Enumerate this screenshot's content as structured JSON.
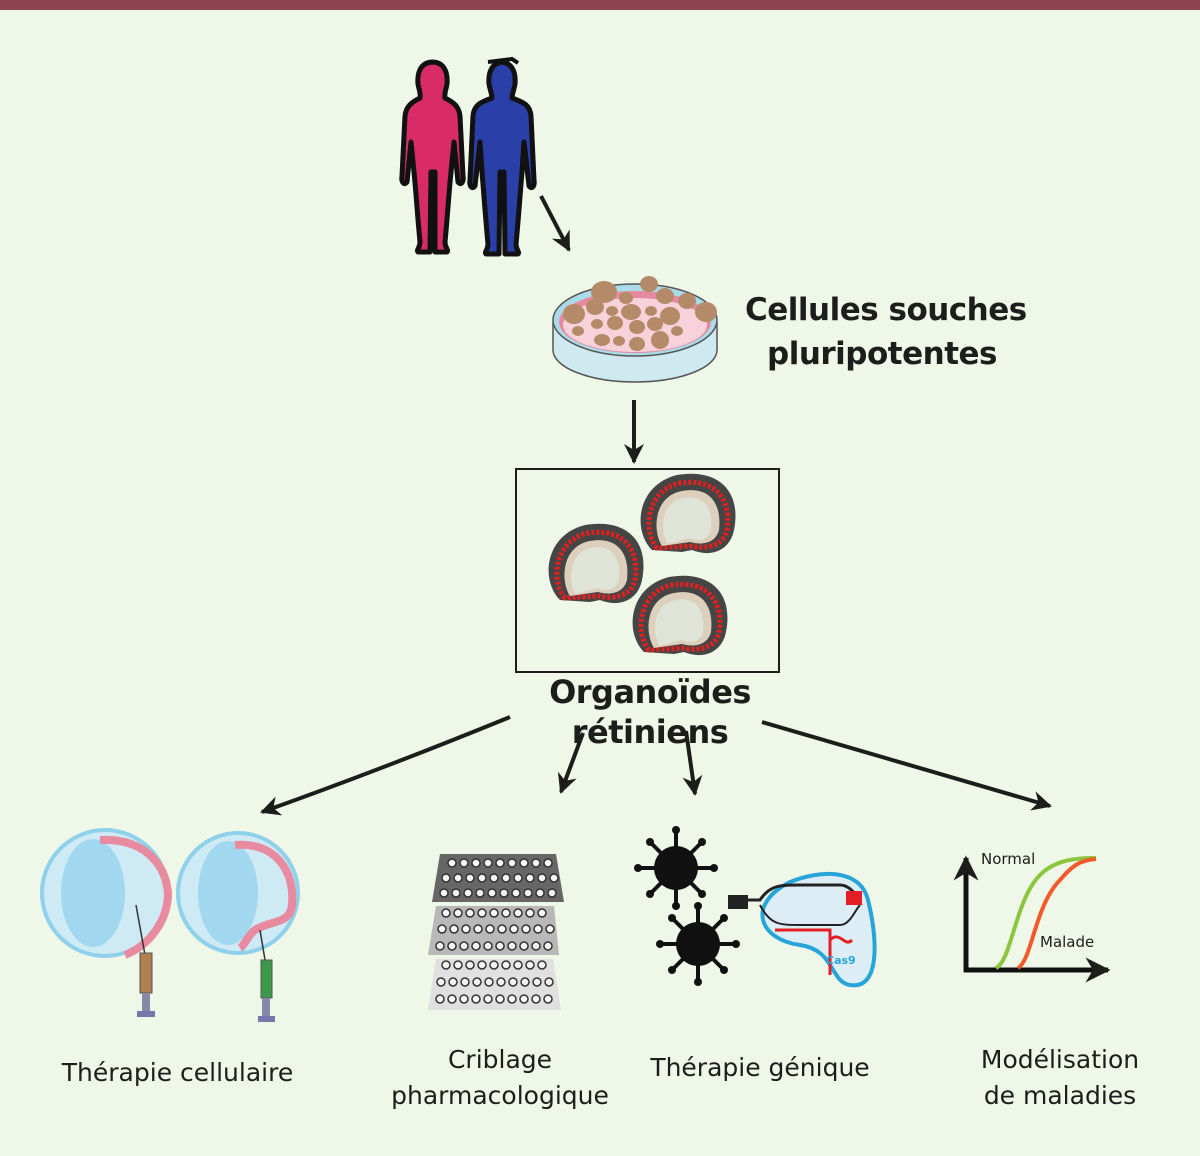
{
  "header_bar": {
    "color": "#8b4450"
  },
  "background_color": "#eff7e8",
  "nodes": {
    "donors": {
      "icons": [
        "female-silhouette-icon",
        "male-silhouette-icon"
      ],
      "colors": {
        "female": "#d92b66",
        "male": "#2b3fa8"
      }
    },
    "stem_cells": {
      "label_line1": "Cellules souches",
      "label_line2": "pluripotentes",
      "icon": "petri-dish-icon"
    },
    "organoids": {
      "label": "Organoïdes rétiniens",
      "icon": "retinal-organoids-icon",
      "count_shown": 3
    }
  },
  "applications": [
    {
      "id": "cell-therapy",
      "label": "Thérapie cellulaire",
      "icon": "eye-injection-icon"
    },
    {
      "id": "drug-screening",
      "label_line1": "Criblage",
      "label_line2": "pharmacologique",
      "icon": "multiwell-plates-icon"
    },
    {
      "id": "gene-therapy",
      "label": "Thérapie génique",
      "icon": "virus-crispr-icon",
      "tag": "Cas9"
    },
    {
      "id": "disease-modeling",
      "label_line1": "Modélisation",
      "label_line2": "de maladies",
      "icon": "curve-graph-icon",
      "curve_labels": {
        "normal": "Normal",
        "disease": "Malade"
      },
      "curve_colors": {
        "normal": "#8cc63f",
        "disease": "#f15a29"
      }
    }
  ]
}
